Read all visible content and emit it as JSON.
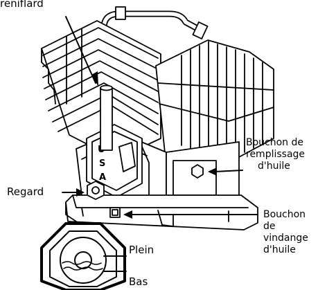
{
  "labels": {
    "reniflard": "reniflard",
    "bouchon_remplissage": [
      "Bouchon de",
      "remplissage",
      "d'huile"
    ],
    "regard": "Regard",
    "bouchon_vidange": [
      "Bouchon",
      "de",
      "vindange",
      "d'huile"
    ],
    "plein": "Plein",
    "bas": "Bas"
  },
  "stamp_text": [
    "U",
    "S",
    "A"
  ]
}
